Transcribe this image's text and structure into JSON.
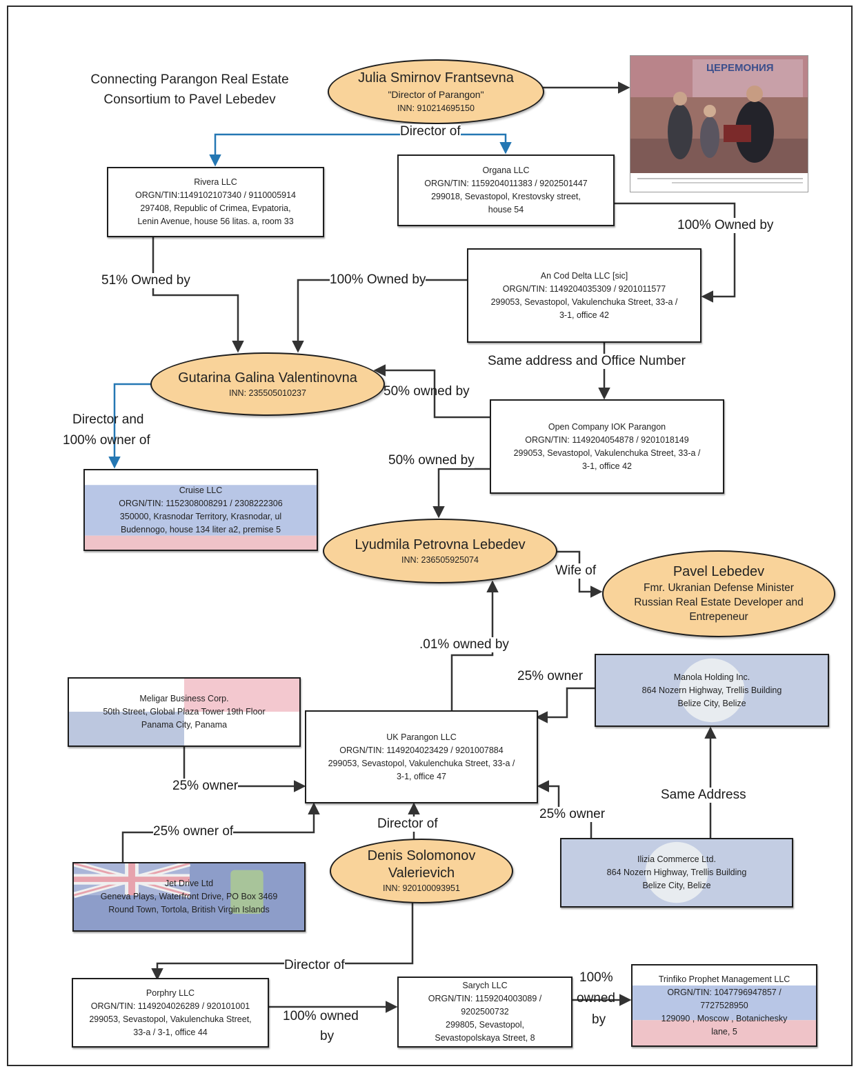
{
  "title": {
    "line1": "Connecting Parangon Real Estate",
    "line2": "Consortium to Pavel Lebedev"
  },
  "people": {
    "julia": {
      "name": "Julia Smirnov Frantsevna",
      "role": "\"Director of Parangon\"",
      "inn": "INN: 910214695150"
    },
    "gutarina": {
      "name": "Gutarina Galina Valentinovna",
      "inn": "INN: 235505010237"
    },
    "lyudmila": {
      "name": "Lyudmila Petrovna Lebedev",
      "inn": "INN: 236505925074"
    },
    "pavel": {
      "name": "Pavel Lebedev",
      "line1": "Fmr. Ukranian Defense Minister",
      "line2": "Russian Real Estate Developer and",
      "line3": "Entrepeneur"
    },
    "denis": {
      "name1": "Denis Solomonov",
      "name2": "Valerievich",
      "inn": "INN: 920100093951"
    }
  },
  "companies": {
    "rivera": {
      "name": "Rivera LLC",
      "ids": "ORGN/TIN:1149102107340 / 9110005914",
      "addr1": "297408, Republic of Crimea, Evpatoria,",
      "addr2": "Lenin Avenue, house 56 litas. a, room 33"
    },
    "organa": {
      "name": "Organa LLC",
      "ids": "ORGN/TIN: 1159204011383  / 9202501447",
      "addr1": "299018, Sevastopol, Krestovsky street,",
      "addr2": "house 54"
    },
    "ancod": {
      "name": "An Cod Delta LLC [sic]",
      "ids": "ORGN/TIN: 1149204035309 /  9201011577",
      "addr1": "299053, Sevastopol, Vakulenchuka Street, 33-a /",
      "addr2": "3-1, office 42"
    },
    "iok": {
      "name": "Open Company IOK Parangon",
      "ids": "ORGN/TIN: 1149204054878 /  9201018149",
      "addr1": "299053, Sevastopol, Vakulenchuka Street, 33-a /",
      "addr2": "3-1, office 42"
    },
    "cruise": {
      "name": "Cruise LLC",
      "ids": "ORGN/TIN: 1152308008291 /  2308222306",
      "addr1": "350000, Krasnodar Territory, Krasnodar, ul",
      "addr2": "Budennogo, house 134 liter a2, premise 5"
    },
    "meligar": {
      "name": "Meligar Business Corp.",
      "addr1": "50th Street, Global Plaza Tower 19th Floor",
      "addr2": "Panama City, Panama"
    },
    "ukparangon": {
      "name": "UK Parangon LLC",
      "ids": "ORGN/TIN: 1149204023429 /  9201007884",
      "addr1": "299053, Sevastopol, Vakulenchuka Street, 33-a /",
      "addr2": "3-1, office 47"
    },
    "manola": {
      "name": "Manola Holding Inc.",
      "addr1": "864 Nozern Highway, Trellis Building",
      "addr2": "Belize City, Belize"
    },
    "ilizia": {
      "name": "Ilizia Commerce Ltd.",
      "addr1": "864 Nozern Highway, Trellis Building",
      "addr2": "Belize City, Belize"
    },
    "jetdrive": {
      "name": "Jet Drive Ltd",
      "addr1": "Geneva Plays, Waterfront Drive, PO Box 3469",
      "addr2": "Round Town, Tortola, British Virgin Islands"
    },
    "porphry": {
      "name": "Porphry LLC",
      "ids": "ORGN/TIN: 1149204026289 /  920101001",
      "addr1": "299053, Sevastopol, Vakulenchuka Street,",
      "addr2": "33-a / 3-1, office 44"
    },
    "sarych": {
      "name": "Sarych LLC",
      "ids1": "ORGN/TIN: 1159204003089 /",
      "ids2": "9202500732",
      "addr1": "299805, Sevastopol,",
      "addr2": "Sevastopolskaya Street, 8"
    },
    "trinfiko": {
      "name": "Trinfiko Prophet Management LLC",
      "ids1": "ORGN/TIN:  1047796947857  /",
      "ids2": "7727528950",
      "addr1": "129090 , Moscow , Botanichesky",
      "addr2": "lane, 5"
    }
  },
  "edges": {
    "director_of_1": "Director of",
    "owned_51": "51% Owned by",
    "owned_100_a": "100% Owned by",
    "owned_100_b": "100% Owned by",
    "same_address_office": "Same address and Office Number",
    "owned_50_a": "50% owned by",
    "owned_50_b": "50% owned by",
    "director_owner_1": "Director and",
    "director_owner_2": "100% owner of",
    "wife_of": "Wife of",
    "owned_001": ".01% owned by",
    "owner_25_manola": "25% owner",
    "owner_25_meligar": "25% owner",
    "owner_25_ilizia": "25% owner",
    "owner_25_of_jet": "25% owner of",
    "same_address": "Same Address",
    "director_of_2": "Director of",
    "director_of_3": "Director of",
    "owned_100_c1": "100% owned",
    "owned_100_c2": "by",
    "owned_100_d1": "100%",
    "owned_100_d2": "owned",
    "owned_100_d3": "by"
  },
  "colors": {
    "oval_fill": "#f9d39a",
    "blue_connector": "#2477b3",
    "russia_white": "#ffffff",
    "russia_blue": "#b8c6e6",
    "russia_red": "#efc3c8",
    "panama_red": "#f3c8cf",
    "panama_blue": "#bcc7df",
    "belize_blue": "#c3cde3",
    "bvi_blue": "#8d9dc9"
  }
}
